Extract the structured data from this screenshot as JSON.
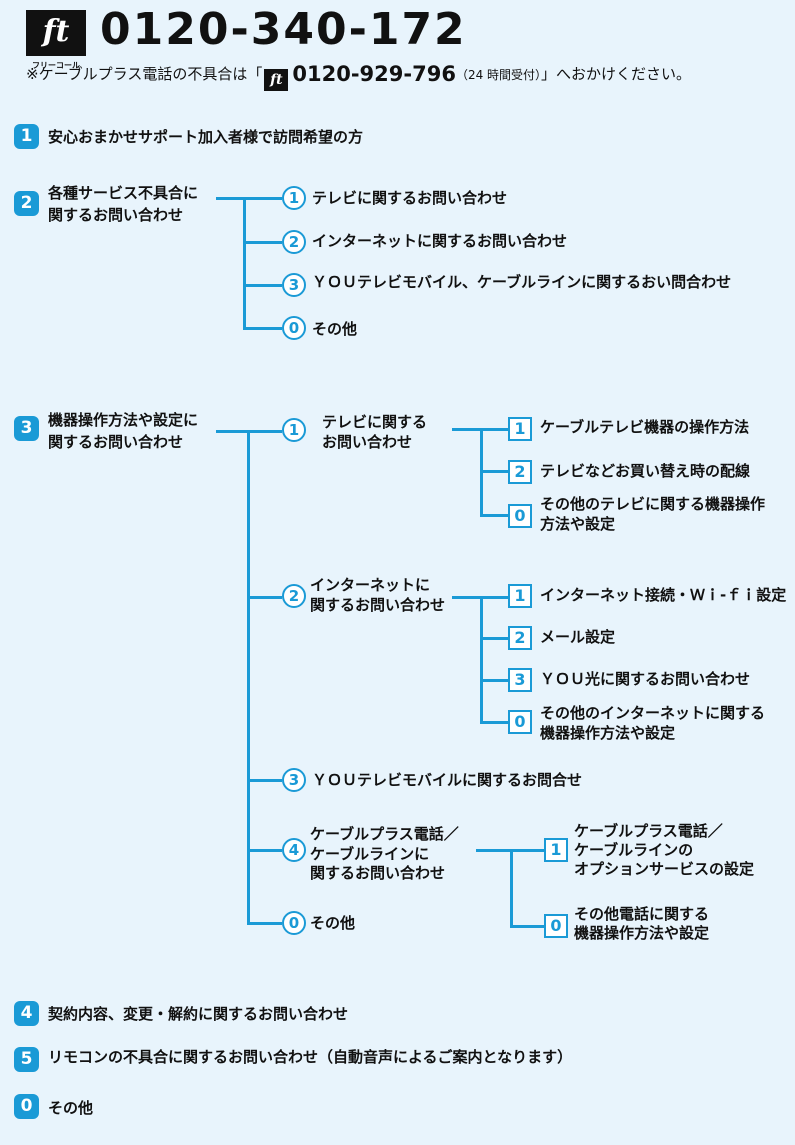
{
  "header": {
    "logo_label": "フリーコール",
    "logo_mark": "ft",
    "phone": "0120-340-172",
    "note_prefix": "※ケーブルプラス電話の不具合は「",
    "note_phone": "0120-929-796",
    "note_hours": "（24 時間受付）",
    "note_suffix": "」へおかけください。"
  },
  "menu": {
    "m1": {
      "key": "1",
      "label": "安心おまかせサポート加入者様で訪問希望の方"
    },
    "m2": {
      "key": "2",
      "label_1": "各種サービス不具合に",
      "label_2": "関するお問い合わせ",
      "subs": [
        {
          "key": "1",
          "label": "テレビに関するお問い合わせ"
        },
        {
          "key": "2",
          "label": "インターネットに関するお問い合わせ"
        },
        {
          "key": "3",
          "label": "ＹＯＵテレビモバイル、ケーブルラインに関するおい問合わせ"
        },
        {
          "key": "0",
          "label": "その他"
        }
      ]
    },
    "m3": {
      "key": "3",
      "label_1": "機器操作方法や設定に",
      "label_2": "関するお問い合わせ",
      "tv": {
        "key": "1",
        "label_1": "テレビに関する",
        "label_2": "お問い合わせ",
        "subs": [
          {
            "key": "1",
            "label": "ケーブルテレビ機器の操作方法"
          },
          {
            "key": "2",
            "label": "テレビなどお買い替え時の配線"
          },
          {
            "key": "0",
            "label_1": "その他のテレビに関する機器操作",
            "label_2": "方法や設定"
          }
        ]
      },
      "net": {
        "key": "2",
        "label_1": "インターネットに",
        "label_2": "関するお問い合わせ",
        "subs": [
          {
            "key": "1",
            "label": "インターネット接続・Ｗｉ-ｆｉ設定"
          },
          {
            "key": "2",
            "label": "メール設定"
          },
          {
            "key": "3",
            "label": "ＹＯＵ光に関するお問い合わせ"
          },
          {
            "key": "0",
            "label_1": "その他のインターネットに関する",
            "label_2": "機器操作方法や設定"
          }
        ]
      },
      "mobile": {
        "key": "3",
        "label": "ＹＯＵテレビモバイルに関するお問合せ"
      },
      "phone": {
        "key": "4",
        "label_1": "ケーブルプラス電話／",
        "label_2": "ケーブルラインに",
        "label_3": "関するお問い合わせ",
        "subs": [
          {
            "key": "1",
            "label_1": "ケーブルプラス電話／",
            "label_2": "ケーブルラインの",
            "label_3": "オプションサービスの設定"
          },
          {
            "key": "0",
            "label_1": "その他電話に関する",
            "label_2": "機器操作方法や設定"
          }
        ]
      },
      "other": {
        "key": "0",
        "label": "その他"
      }
    },
    "m4": {
      "key": "4",
      "label": "契約内容、変更・解約に関するお問い合わせ"
    },
    "m5": {
      "key": "5",
      "label": "リモコンの不具合に関するお問い合わせ（自動音声によるご案内となります）"
    },
    "m0": {
      "key": "0",
      "label": "その他"
    }
  },
  "colors": {
    "accent": "#1a9ad6",
    "background": "#e8f4fc",
    "text": "#111111"
  }
}
